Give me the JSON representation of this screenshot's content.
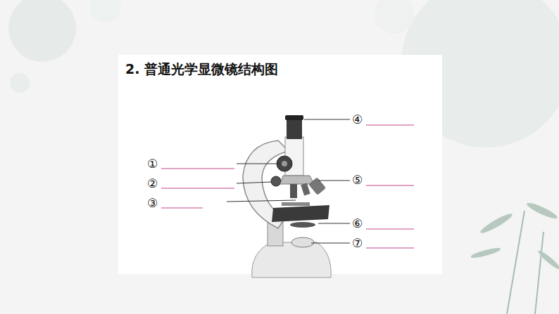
{
  "diagram": {
    "title": "2. 普通光学显微镜结构图",
    "labels": [
      "①",
      "②",
      "③",
      "④",
      "⑤",
      "⑥",
      "⑦"
    ]
  }
}
